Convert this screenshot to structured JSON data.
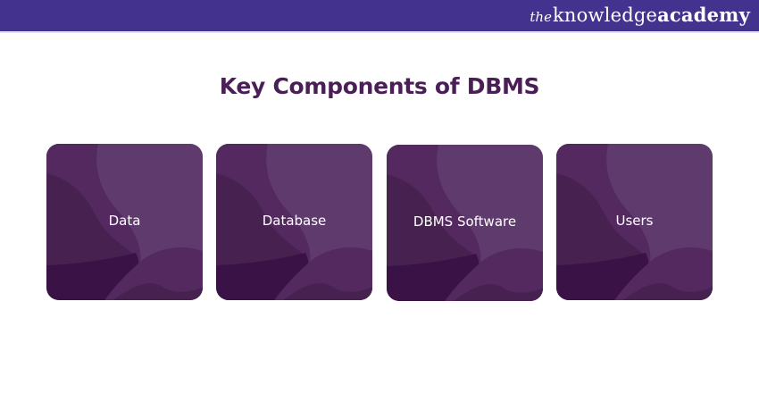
{
  "header": {
    "logo": {
      "the": "the",
      "knowledge": "knowledge",
      "academy": "academy"
    },
    "background_color": "#44338e"
  },
  "title": "Key Components of DBMS",
  "cards": [
    {
      "label": "Data"
    },
    {
      "label": "Database"
    },
    {
      "label": "DBMS Software"
    },
    {
      "label": "Users"
    }
  ],
  "colors": {
    "title": "#4a1f56",
    "card_base": "#5f3a6d",
    "card_mid": "#53295f",
    "card_dark": "#472250",
    "card_darkest": "#3b1245"
  }
}
